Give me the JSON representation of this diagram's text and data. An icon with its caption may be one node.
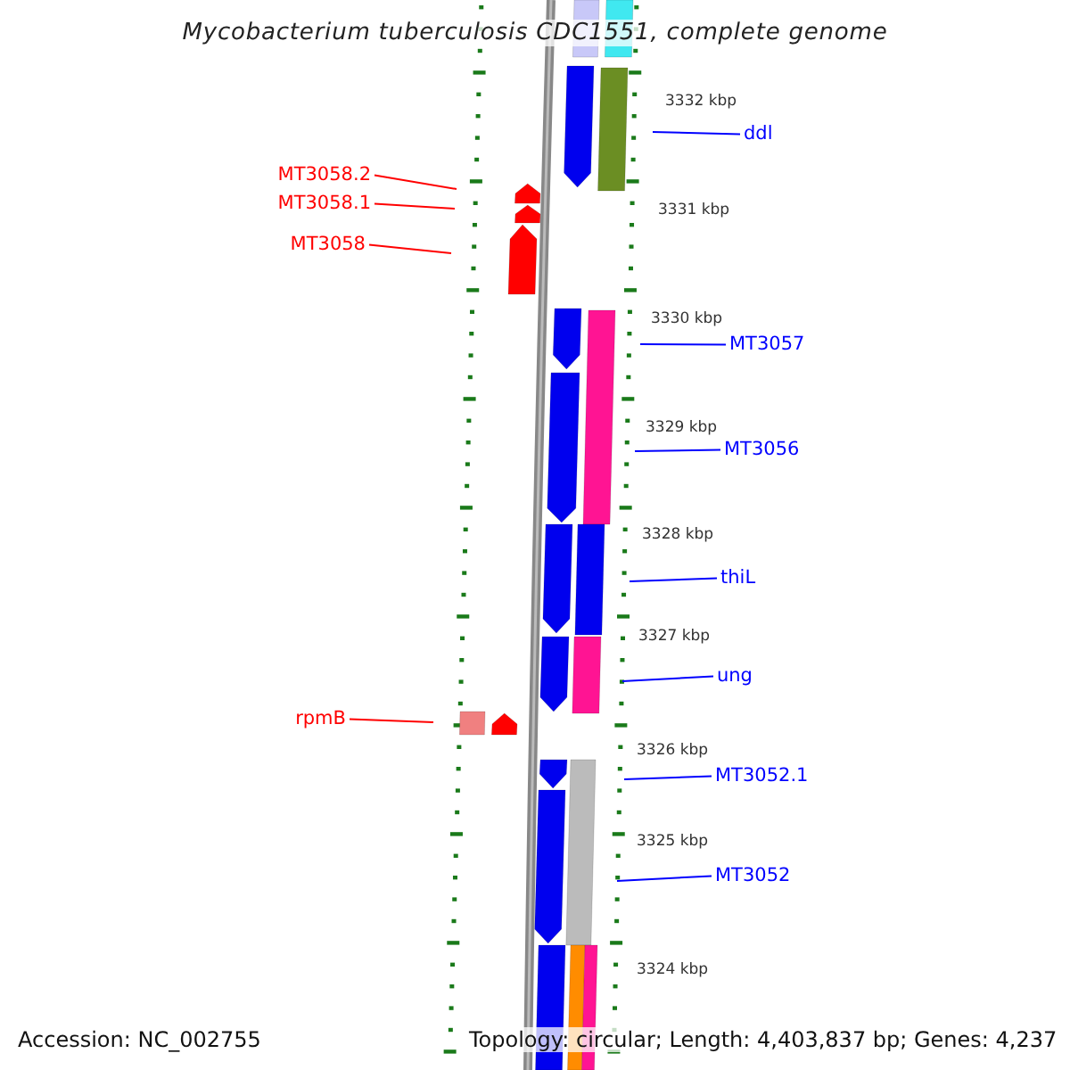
{
  "diagram": {
    "title": "Mycobacterium tuberculosis CDC1551, complete genome",
    "nodes": [
      {
        "text": [
          "MT3058.2"
        ]
      },
      {
        "text": [
          "MT3058.1"
        ]
      },
      {
        "text": [
          "MT3058"
        ]
      },
      {
        "text": [
          "rpmB"
        ]
      },
      {
        "text": [
          "ddl"
        ]
      },
      {
        "text": [
          "MT3057"
        ]
      },
      {
        "text": [
          "MT3056"
        ]
      },
      {
        "text": [
          "thiL"
        ]
      },
      {
        "text": [
          "ung"
        ]
      },
      {
        "text": [
          "MT3052.1"
        ]
      },
      {
        "text": [
          "MT3052"
        ]
      }
    ],
    "edges": [
      {
        "from": 0,
        "to": null,
        "arrow": "none",
        "color": "#ff0000"
      },
      {
        "from": 1,
        "to": null,
        "arrow": "none",
        "color": "#ff0000"
      },
      {
        "from": 2,
        "to": null,
        "arrow": "none",
        "color": "#ff0000"
      },
      {
        "from": 3,
        "to": null,
        "arrow": "none",
        "color": "#ff0000"
      },
      {
        "from": 4,
        "to": null,
        "arrow": "none"
      },
      {
        "from": 5,
        "to": null,
        "arrow": "none"
      },
      {
        "from": 6,
        "to": null,
        "arrow": "none"
      },
      {
        "from": 7,
        "to": null,
        "arrow": "none"
      },
      {
        "from": 8,
        "to": null,
        "arrow": "none"
      },
      {
        "from": 9,
        "to": null,
        "arrow": "none"
      },
      {
        "from": 10,
        "to": null,
        "arrow": "none"
      }
    ],
    "labels": [
      "3332 kbp",
      "3331 kbp",
      "3330 kbp",
      "3329 kbp",
      "3328 kbp",
      "3327 kbp",
      "3326 kbp",
      "3325 kbp",
      "3324 kbp",
      "Accession: NC_002755",
      "Topology: circular; Length: 4,403,837 bp; Genes: 4,237"
    ]
  }
}
